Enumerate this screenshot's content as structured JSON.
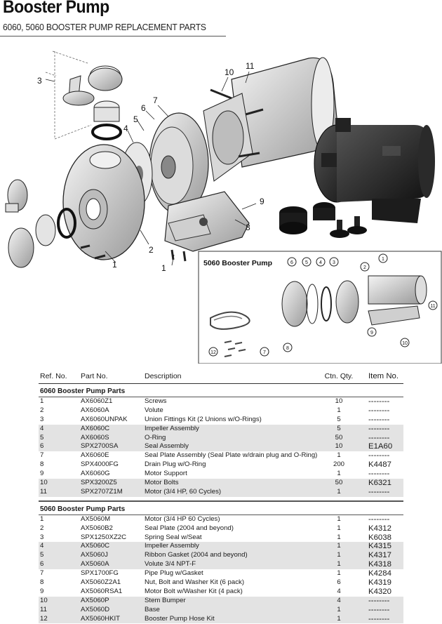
{
  "title": "Booster Pump",
  "subtitle": "6060, 5060 BOOSTER PUMP REPLACEMENT PARTS",
  "diagram": {
    "callouts": [
      "1",
      "1",
      "2",
      "3",
      "4",
      "5",
      "6",
      "7",
      "8",
      "9",
      "10",
      "11"
    ],
    "inset_title": "5060 Booster Pump",
    "inset_callouts": [
      "1",
      "2",
      "3",
      "4",
      "5",
      "6",
      "7",
      "8",
      "9",
      "10",
      "11",
      "12"
    ]
  },
  "table": {
    "headers": [
      "Ref. No.",
      "Part No.",
      "Description",
      "Ctn. Qty.",
      "Item No."
    ],
    "sections": [
      {
        "title": "6060 Booster Pump Parts",
        "rows": [
          {
            "ref": "1",
            "part": "AX6060Z1",
            "desc": "Screws",
            "qty": "10",
            "item": "--------",
            "shade": false
          },
          {
            "ref": "2",
            "part": "AX6060A",
            "desc": "Volute",
            "qty": "1",
            "item": "--------",
            "shade": false
          },
          {
            "ref": "3",
            "part": "AX6060UNPAK",
            "desc": "Union Fittings Kit (2 Unions w/O-Rings)",
            "qty": "5",
            "item": "--------",
            "shade": false
          },
          {
            "ref": "4",
            "part": "AX6060C",
            "desc": "Impeller Assembly",
            "qty": "5",
            "item": "--------",
            "shade": true
          },
          {
            "ref": "5",
            "part": "AX6060S",
            "desc": "O-Ring",
            "qty": "50",
            "item": "--------",
            "shade": true
          },
          {
            "ref": "6",
            "part": "SPX2700SA",
            "desc": "Seal Assembly",
            "qty": "10",
            "item": "E1A60",
            "shade": true
          },
          {
            "ref": "7",
            "part": "AX6060E",
            "desc": "Seal Plate Assembly (Seal Plate w/drain plug and O-Ring)",
            "qty": "1",
            "item": "--------",
            "shade": false
          },
          {
            "ref": "8",
            "part": "SPX4000FG",
            "desc": "Drain Plug w/O-Ring",
            "qty": "200",
            "item": "K4487",
            "shade": false
          },
          {
            "ref": "9",
            "part": "AX6060G",
            "desc": "Motor Support",
            "qty": "1",
            "item": "--------",
            "shade": false
          },
          {
            "ref": "10",
            "part": "SPX3200Z5",
            "desc": "Motor Bolts",
            "qty": "50",
            "item": "K6321",
            "shade": true
          },
          {
            "ref": "11",
            "part": "SPX2707Z1M",
            "desc": "Motor (3/4 HP, 60 Cycles)",
            "qty": "1",
            "item": "--------",
            "shade": true
          }
        ]
      },
      {
        "title": "5060 Booster Pump Parts",
        "rows": [
          {
            "ref": "1",
            "part": "AX5060M",
            "desc": "Motor (3/4 HP 60 Cycles)",
            "qty": "1",
            "item": "--------",
            "shade": false
          },
          {
            "ref": "2",
            "part": "AX5060B2",
            "desc": "Seal Plate (2004 and beyond)",
            "qty": "1",
            "item": "K4312",
            "shade": false
          },
          {
            "ref": "3",
            "part": "SPX1250XZ2C",
            "desc": "Spring Seal w/Seat",
            "qty": "1",
            "item": "K6038",
            "shade": false
          },
          {
            "ref": "4",
            "part": "AX5060C",
            "desc": "Impeller Assembly",
            "qty": "1",
            "item": "K4315",
            "shade": true
          },
          {
            "ref": "5",
            "part": "AX5060J",
            "desc": "Ribbon Gasket (2004 and beyond)",
            "qty": "1",
            "item": "K4317",
            "shade": true
          },
          {
            "ref": "6",
            "part": "AX5060A",
            "desc": "Volute 3/4 NPT-F",
            "qty": "1",
            "item": "K4318",
            "shade": true
          },
          {
            "ref": "7",
            "part": "SPX1700FG",
            "desc": "Pipe Plug w/Gasket",
            "qty": "1",
            "item": "K4284",
            "shade": false
          },
          {
            "ref": "8",
            "part": "AX5060Z2A1",
            "desc": "Nut, Bolt and Washer Kit (6 pack)",
            "qty": "6",
            "item": "K4319",
            "shade": false
          },
          {
            "ref": "9",
            "part": "AX5060RSA1",
            "desc": "Motor Bolt w/Washer Kit (4 pack)",
            "qty": "4",
            "item": "K4320",
            "shade": false
          },
          {
            "ref": "10",
            "part": "AX5060P",
            "desc": "Stem Bumper",
            "qty": "4",
            "item": "--------",
            "shade": true
          },
          {
            "ref": "11",
            "part": "AX5060D",
            "desc": "Base",
            "qty": "1",
            "item": "--------",
            "shade": true
          },
          {
            "ref": "12",
            "part": "AX5060HKIT",
            "desc": "Booster Pump Hose Kit",
            "qty": "1",
            "item": "--------",
            "shade": true
          }
        ]
      }
    ]
  }
}
